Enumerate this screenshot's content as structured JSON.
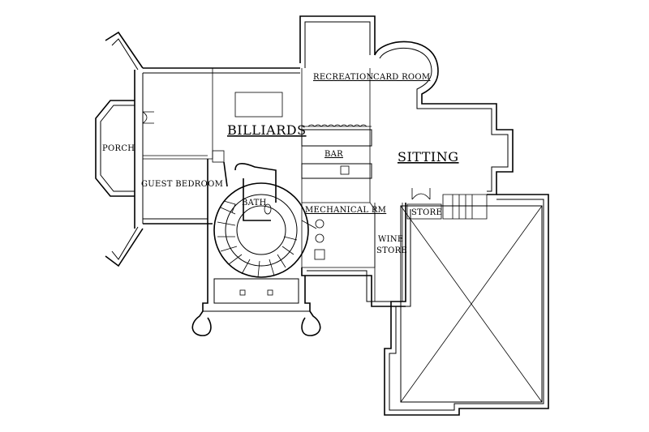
{
  "rooms": {
    "recreation": "RECREATION",
    "card_room": "CARD ROOM",
    "billiards": "BILLIARDS",
    "bar": "BAR",
    "sitting": "SITTING",
    "porch": "PORCH",
    "guest_bedroom": "GUEST BEDROOM",
    "bath": "BATH",
    "mechanical": "MECHANICAL RM",
    "store": "STORE",
    "wine": "WINE",
    "wine_store": "STORE"
  }
}
